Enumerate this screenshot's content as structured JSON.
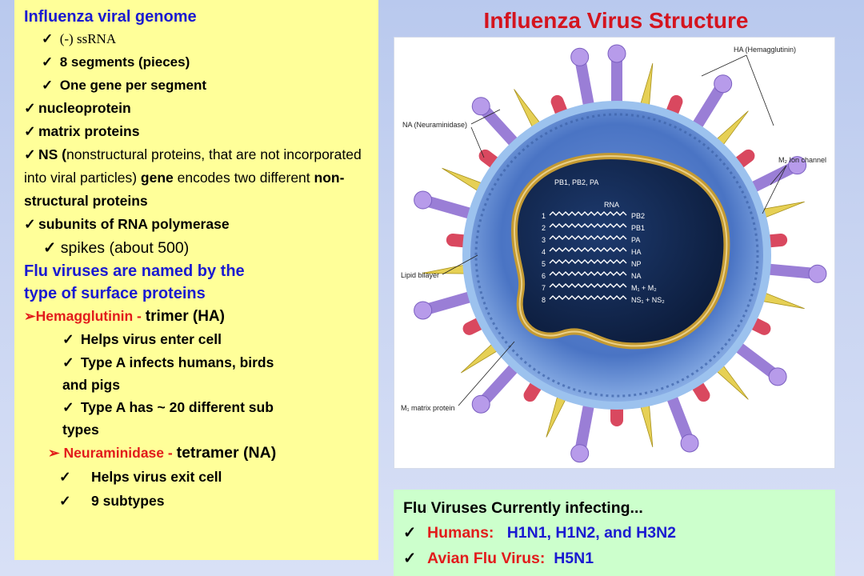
{
  "left": {
    "genome_heading": "Influenza viral genome",
    "g1": "(-) ssRNA",
    "g2": "8 segments (pieces)",
    "g3": "One gene per segment",
    "g4": "nucleoprotein",
    "g5": "matrix proteins",
    "ns_bold1": "NS (",
    "ns_plain1": "nonstructural proteins, that are not incorporated into viral particles) ",
    "ns_bold2": "gene",
    "ns_plain2": " encodes two different ",
    "ns_bold3": "non-structural proteins",
    "g7": "subunits of RNA polymerase",
    "g8": "spikes (about 500)",
    "named_line1": "Flu viruses are named by the",
    "named_line2": "type of surface proteins",
    "ha_label": "Hemagglutinin  - ",
    "ha_desc": "trimer (HA)",
    "ha1": "Helps virus enter cell",
    "ha2a": "Type A infects humans, birds",
    "ha2b": "and pigs",
    "ha3a": "Type A has ~ 20 different sub",
    "ha3b": "types",
    "na_label": "Neuraminidase  - ",
    "na_desc": "tetramer (NA)",
    "na1": "Helps virus exit cell",
    "na2": "9 subtypes"
  },
  "title": "Influenza Virus Structure",
  "diagram": {
    "ha_label": "HA (Hemagglutinin)",
    "na_label": "NA (Neuraminidase)",
    "m2_label": "M₂ Ion channel",
    "lipid_label": "Lipid bilayer",
    "m1_label": "M₁ matrix protein",
    "pb_label": "PB1, PB2, PA",
    "rna_label": "RNA",
    "segments": [
      "PB2",
      "PB1",
      "PA",
      "HA",
      "NP",
      "NA",
      "M₁ + M₂",
      "NS₁ + NS₂"
    ]
  },
  "green": {
    "title": "Flu Viruses Currently infecting...",
    "humans_label": "Humans:",
    "humans_value": "H1N1, H1N2, and H3N2",
    "avian_label": "Avian Flu Virus:",
    "avian_value": "H5N1"
  },
  "colors": {
    "left_bg": "#ffff99",
    "green_bg": "#ccffcc",
    "title_red": "#d4141e",
    "heading_blue": "#1a1ad1",
    "accent_red": "#e21b1b"
  }
}
